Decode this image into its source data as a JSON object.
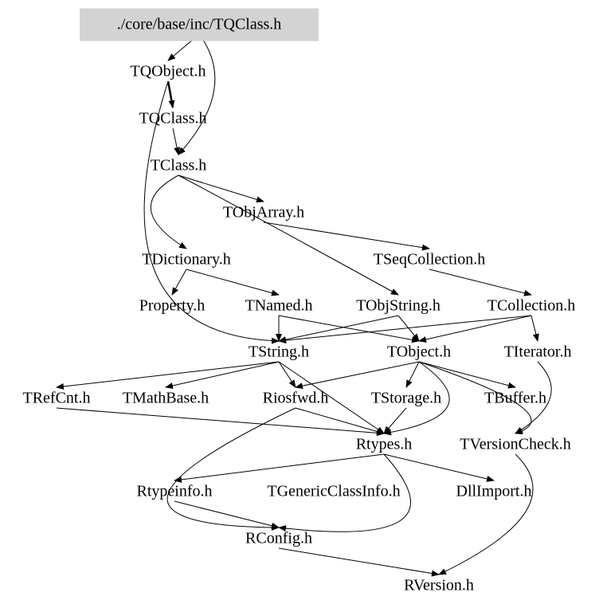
{
  "root": "./core/base/inc/TQClass.h",
  "nodes": {
    "TQObject": "TQObject.h",
    "TQClass": "TQClass.h",
    "TClass": "TClass.h",
    "TObjArray": "TObjArray.h",
    "TDictionary": "TDictionary.h",
    "TSeqCollection": "TSeqCollection.h",
    "Property": "Property.h",
    "TNamed": "TNamed.h",
    "TObjString": "TObjString.h",
    "TCollection": "TCollection.h",
    "TString": "TString.h",
    "TObject": "TObject.h",
    "TIterator": "TIterator.h",
    "TRefCnt": "TRefCnt.h",
    "TMathBase": "TMathBase.h",
    "Riosfwd": "Riosfwd.h",
    "TStorage": "TStorage.h",
    "TBuffer": "TBuffer.h",
    "Rtypes": "Rtypes.h",
    "TVersionCheck": "TVersionCheck.h",
    "Rtypeinfo": "Rtypeinfo.h",
    "TGenericClassInfo": "TGenericClassInfo.h",
    "DllImport": "DllImport.h",
    "RConfig": "RConfig.h",
    "RVersion": "RVersion.h"
  },
  "edges": [
    [
      "root",
      "TQObject"
    ],
    [
      "root",
      "TClass"
    ],
    [
      "TQObject",
      "TQClass"
    ],
    [
      "TQObject",
      "TString"
    ],
    [
      "TQClass",
      "TClass"
    ],
    [
      "TClass",
      "TObjArray"
    ],
    [
      "TClass",
      "TDictionary"
    ],
    [
      "TClass",
      "TObjString"
    ],
    [
      "TObjArray",
      "TSeqCollection"
    ],
    [
      "TDictionary",
      "Property"
    ],
    [
      "TDictionary",
      "TNamed"
    ],
    [
      "TSeqCollection",
      "TCollection"
    ],
    [
      "TNamed",
      "TString"
    ],
    [
      "TNamed",
      "TObject"
    ],
    [
      "TObjString",
      "TString"
    ],
    [
      "TObjString",
      "TObject"
    ],
    [
      "TCollection",
      "TString"
    ],
    [
      "TCollection",
      "TObject"
    ],
    [
      "TCollection",
      "TIterator"
    ],
    [
      "TString",
      "TRefCnt"
    ],
    [
      "TString",
      "TMathBase"
    ],
    [
      "TString",
      "Riosfwd"
    ],
    [
      "TString",
      "Rtypes"
    ],
    [
      "TObject",
      "Riosfwd"
    ],
    [
      "TObject",
      "TStorage"
    ],
    [
      "TObject",
      "TBuffer"
    ],
    [
      "TObject",
      "Rtypes"
    ],
    [
      "TObject",
      "TVersionCheck"
    ],
    [
      "TIterator",
      "TVersionCheck"
    ],
    [
      "TRefCnt",
      "Rtypes"
    ],
    [
      "Riosfwd",
      "Rtypes"
    ],
    [
      "Riosfwd",
      "RConfig"
    ],
    [
      "TStorage",
      "Rtypes"
    ],
    [
      "Rtypes",
      "Rtypeinfo"
    ],
    [
      "Rtypes",
      "DllImport"
    ],
    [
      "Rtypes",
      "RConfig"
    ],
    [
      "Rtypeinfo",
      "RConfig"
    ],
    [
      "TVersionCheck",
      "RVersion"
    ],
    [
      "RConfig",
      "RVersion"
    ]
  ]
}
